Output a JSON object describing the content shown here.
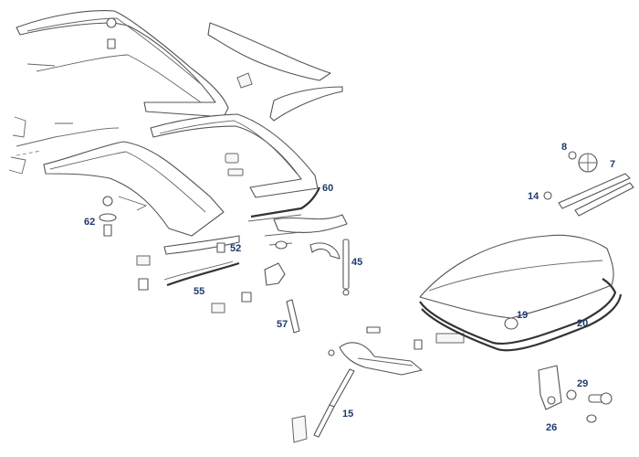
{
  "diagram": {
    "labels": {
      "p7": "7",
      "p8": "8",
      "p14": "14",
      "p15": "15",
      "p19": "19",
      "p20": "20",
      "p26": "26",
      "p29": "29",
      "p45": "45",
      "p52": "52",
      "p55": "55",
      "p57": "57",
      "p60": "60",
      "p62": "62"
    },
    "colors": {
      "label": "#1f3a6e",
      "line": "#555555",
      "background": "#ffffff"
    }
  }
}
